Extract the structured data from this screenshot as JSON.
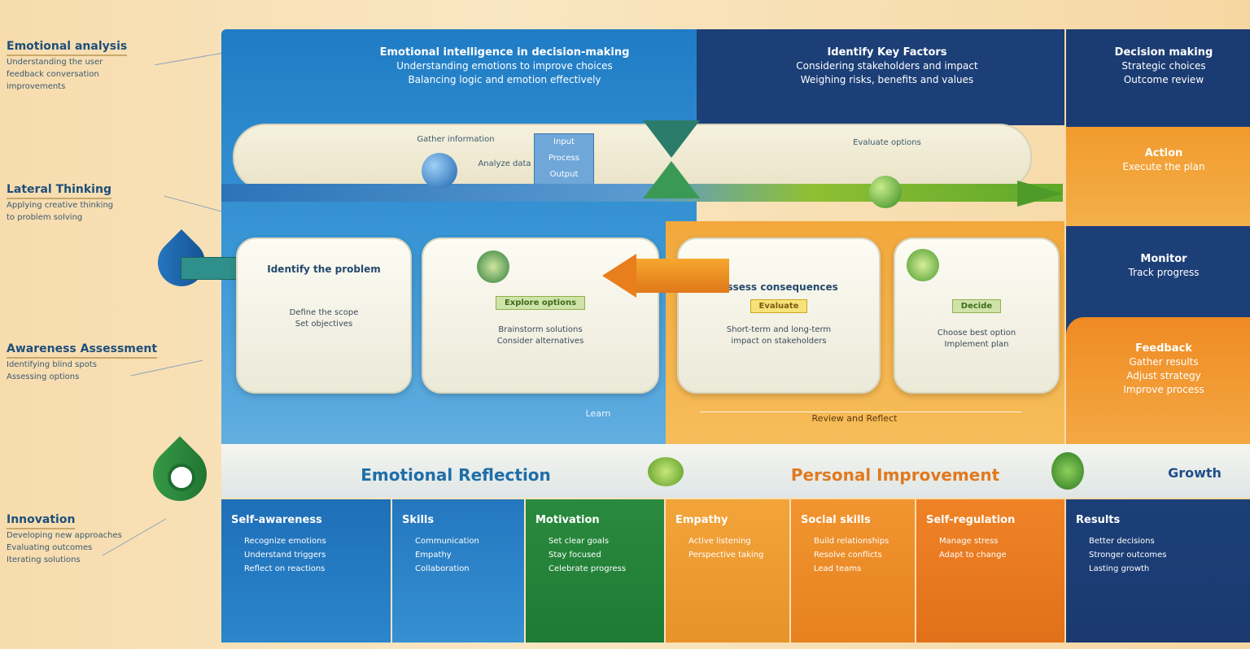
{
  "left_notes": [
    {
      "title": "Emotional analysis",
      "lines": [
        "Understanding the user",
        "feedback conversation",
        "improvements"
      ]
    },
    {
      "title": "Lateral Thinking",
      "lines": [
        "Applying creative thinking",
        "to problem solving"
      ]
    },
    {
      "title": "Awareness Assessment",
      "lines": [
        "Identifying blind spots",
        "Assessing options"
      ]
    },
    {
      "title": "Innovation",
      "lines": [
        "Developing new approaches",
        "Evaluating outcomes",
        "Iterating solutions"
      ]
    }
  ],
  "headers": {
    "blue": {
      "title": "Emotional intelligence in decision-making",
      "lines": [
        "Understanding emotions to improve choices",
        "Balancing logic and emotion effectively"
      ]
    },
    "navy": {
      "title": "Identify Key Factors",
      "lines": [
        "Considering stakeholders and impact",
        "Weighing risks, benefits and values"
      ]
    },
    "right": {
      "title": "Decision making",
      "lines": [
        "Strategic choices",
        "Outcome review"
      ]
    }
  },
  "pill": {
    "left_label": "Gather information",
    "mid_label": "Analyze data",
    "right_label": "Evaluate options",
    "box_lines": [
      "Input",
      "Process",
      "Output"
    ]
  },
  "cards": [
    {
      "title": "Identify the problem",
      "lines": [
        "Define the scope",
        "Set objectives"
      ],
      "tag": ""
    },
    {
      "title": "",
      "lines": [
        "Brainstorm solutions",
        "Consider alternatives"
      ],
      "tag": "Explore options"
    },
    {
      "title": "Assess consequences",
      "lines": [
        "Short-term and long-term",
        "impact on stakeholders"
      ],
      "tag": "Evaluate"
    },
    {
      "title": "",
      "lines": [
        "Choose best option",
        "Implement plan"
      ],
      "tag": "Decide"
    }
  ],
  "orange_footer": "Review and Reflect",
  "blue_footer": "Learn",
  "right_panels": {
    "top": {
      "title": "Action",
      "lines": [
        "Execute the plan"
      ]
    },
    "mid": {
      "title": "Monitor",
      "lines": [
        "Track progress"
      ]
    },
    "bottom": {
      "title": "Feedback",
      "lines": [
        "Gather results",
        "Adjust strategy",
        "Improve process"
      ]
    }
  },
  "strip": {
    "left": "Emotional Reflection",
    "right": "Personal Improvement",
    "far_right": "Growth"
  },
  "blocks": [
    {
      "title": "Self-awareness",
      "lines": [
        "Recognize emotions",
        "Understand triggers",
        "Reflect on reactions"
      ]
    },
    {
      "title": "Skills",
      "lines": [
        "Communication",
        "Empathy",
        "Collaboration"
      ]
    },
    {
      "title": "Motivation",
      "lines": [
        "Set clear goals",
        "Stay focused",
        "Celebrate progress"
      ]
    },
    {
      "title": "Empathy",
      "lines": [
        "Active listening",
        "Perspective taking"
      ]
    },
    {
      "title": "Social skills",
      "lines": [
        "Build relationships",
        "Resolve conflicts",
        "Lead teams"
      ]
    },
    {
      "title": "Self-regulation",
      "lines": [
        "Manage stress",
        "Adapt to change"
      ]
    },
    {
      "title": "Results",
      "lines": [
        "Better decisions",
        "Stronger outcomes",
        "Lasting growth"
      ]
    }
  ],
  "colors": {
    "blue": "#1f7cc5",
    "navy": "#1c3f78",
    "green": "#2f8a3a",
    "orange": "#ef8a22"
  }
}
